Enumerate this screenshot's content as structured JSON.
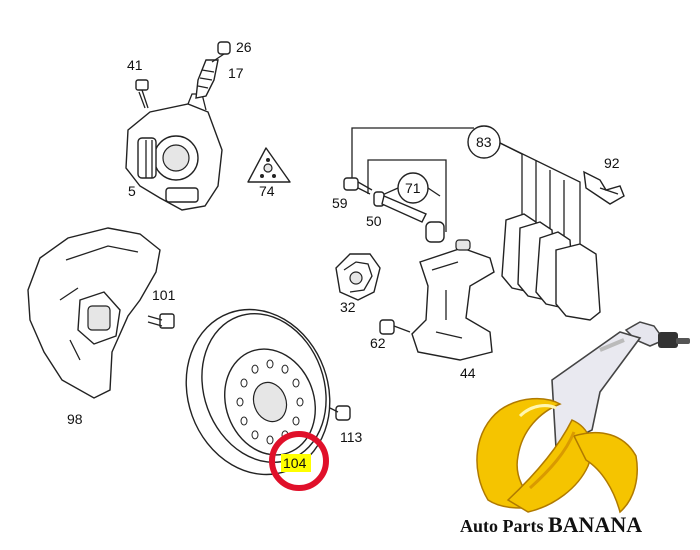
{
  "callouts": {
    "c41": "41",
    "c26": "26",
    "c17": "17",
    "c5": "5",
    "c74": "74",
    "c83": "83",
    "c92": "92",
    "c71": "71",
    "c59": "59",
    "c50": "50",
    "c101": "101",
    "c32": "32",
    "c62": "62",
    "c44": "44",
    "c98": "98",
    "c113": "113",
    "c104": "104"
  },
  "highlight": {
    "target": "104",
    "marker_color": "#ffff00",
    "ring_color": "#e0102a"
  },
  "brand": {
    "prefix": "Auto Parts ",
    "name": "BANANA"
  },
  "colors": {
    "line": "#222222",
    "banana_yellow": "#f5c400",
    "banana_dark": "#d99a00"
  }
}
